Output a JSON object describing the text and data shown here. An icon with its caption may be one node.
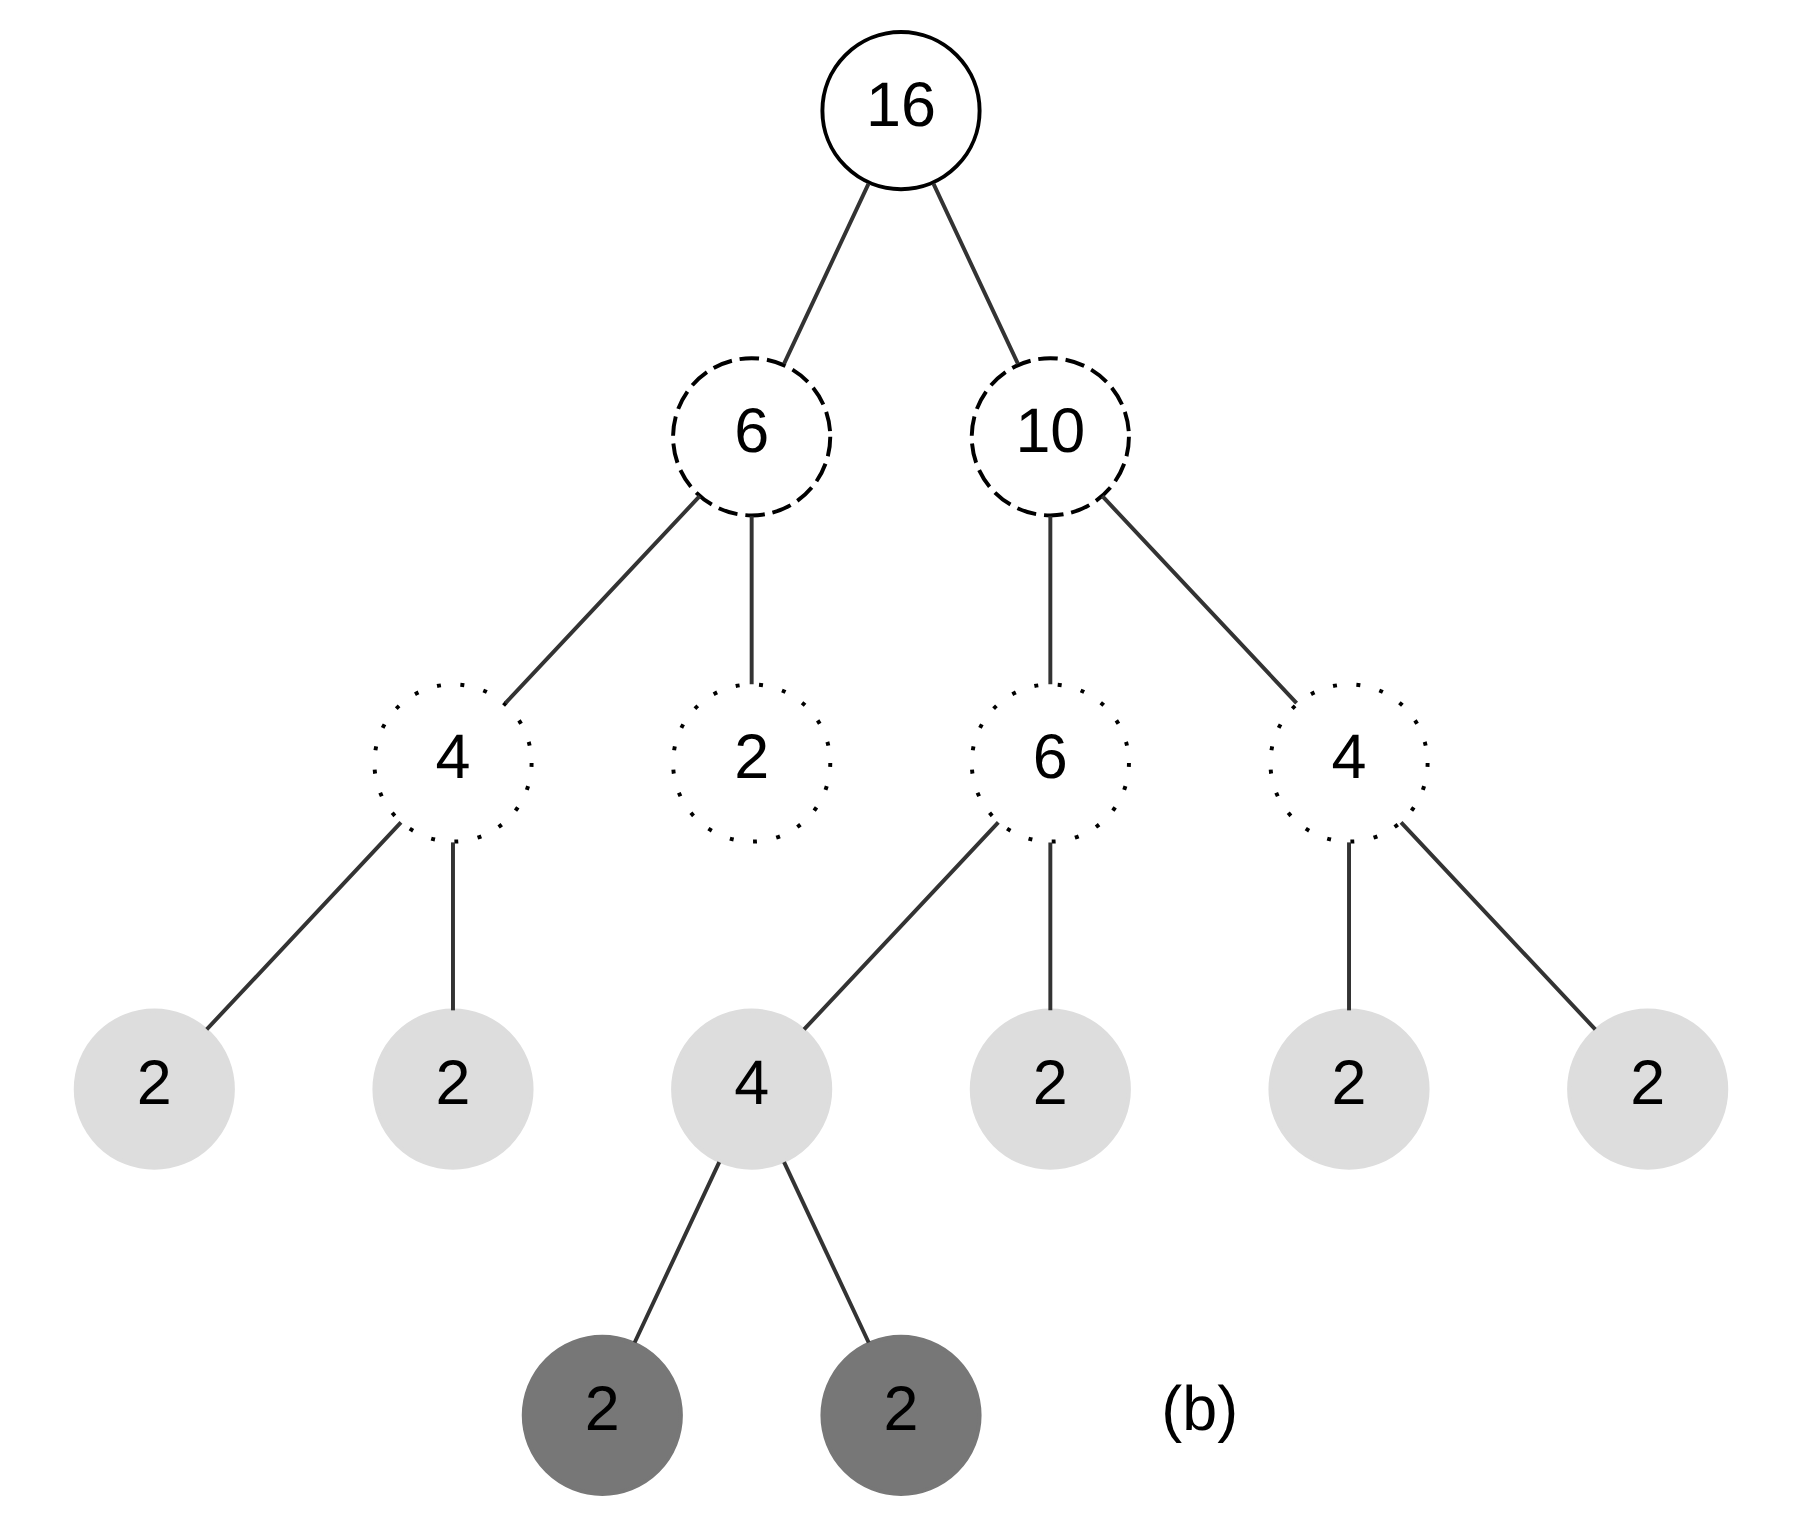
{
  "diagram": {
    "nodes": [
      {
        "text": [
          "16"
        ]
      },
      {
        "text": [
          "6"
        ]
      },
      {
        "text": [
          "10"
        ]
      },
      {
        "text": [
          "4"
        ]
      },
      {
        "text": [
          "2"
        ]
      },
      {
        "text": [
          "6"
        ]
      },
      {
        "text": [
          "4"
        ]
      },
      {
        "text": [
          "2"
        ]
      },
      {
        "text": [
          "2"
        ]
      },
      {
        "text": [
          "4"
        ]
      },
      {
        "text": [
          "2"
        ]
      },
      {
        "text": [
          "2"
        ]
      },
      {
        "text": [
          "2"
        ]
      },
      {
        "text": [
          "2"
        ]
      },
      {
        "text": [
          "2"
        ]
      }
    ],
    "edges": [
      {
        "from": 0,
        "to": 1,
        "arrow": "none"
      },
      {
        "from": 0,
        "to": 2,
        "arrow": "none"
      },
      {
        "from": 1,
        "to": 3,
        "arrow": "none"
      },
      {
        "from": 1,
        "to": 4,
        "arrow": "none"
      },
      {
        "from": 2,
        "to": 5,
        "arrow": "none"
      },
      {
        "from": 2,
        "to": 6,
        "arrow": "none"
      },
      {
        "from": 3,
        "to": 7,
        "arrow": "none"
      },
      {
        "from": 3,
        "to": 8,
        "arrow": "none"
      },
      {
        "from": 5,
        "to": 9,
        "arrow": "none"
      },
      {
        "from": 5,
        "to": 10,
        "arrow": "none"
      },
      {
        "from": 6,
        "to": 11,
        "arrow": "none"
      },
      {
        "from": 6,
        "to": 12,
        "arrow": "none"
      },
      {
        "from": 9,
        "to": 13,
        "arrow": "none"
      },
      {
        "from": 9,
        "to": 14,
        "arrow": "none"
      }
    ],
    "labels": [
      "(b)"
    ]
  }
}
